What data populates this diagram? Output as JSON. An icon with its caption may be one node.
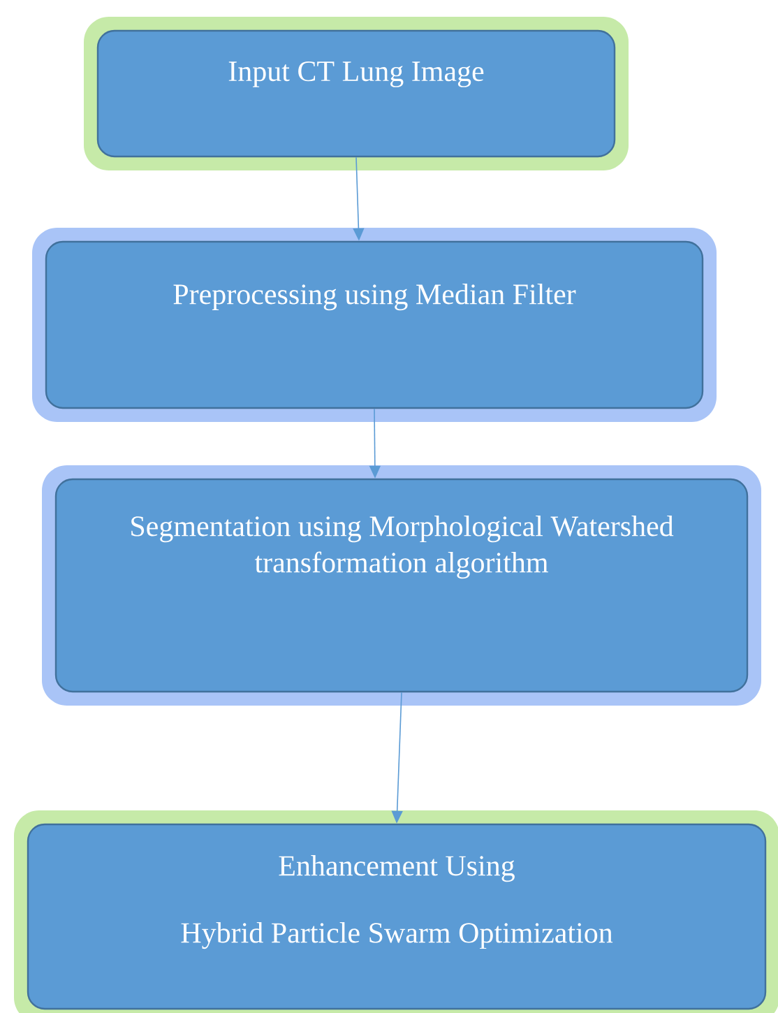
{
  "diagram": {
    "nodes": [
      {
        "text": [
          "Input CT Lung Image"
        ]
      },
      {
        "text": [
          "Preprocessing using Median Filter"
        ]
      },
      {
        "text": [
          "Segmentation using Morphological Watershed transformation algorithm"
        ]
      },
      {
        "text": [
          "Enhancement Using",
          "Hybrid Particle Swarm Optimization"
        ]
      }
    ],
    "edges": [
      {
        "from": 0,
        "to": 1,
        "arrow": "to"
      },
      {
        "from": 1,
        "to": 2,
        "arrow": "to"
      },
      {
        "from": 2,
        "to": 3,
        "arrow": "to"
      }
    ]
  }
}
